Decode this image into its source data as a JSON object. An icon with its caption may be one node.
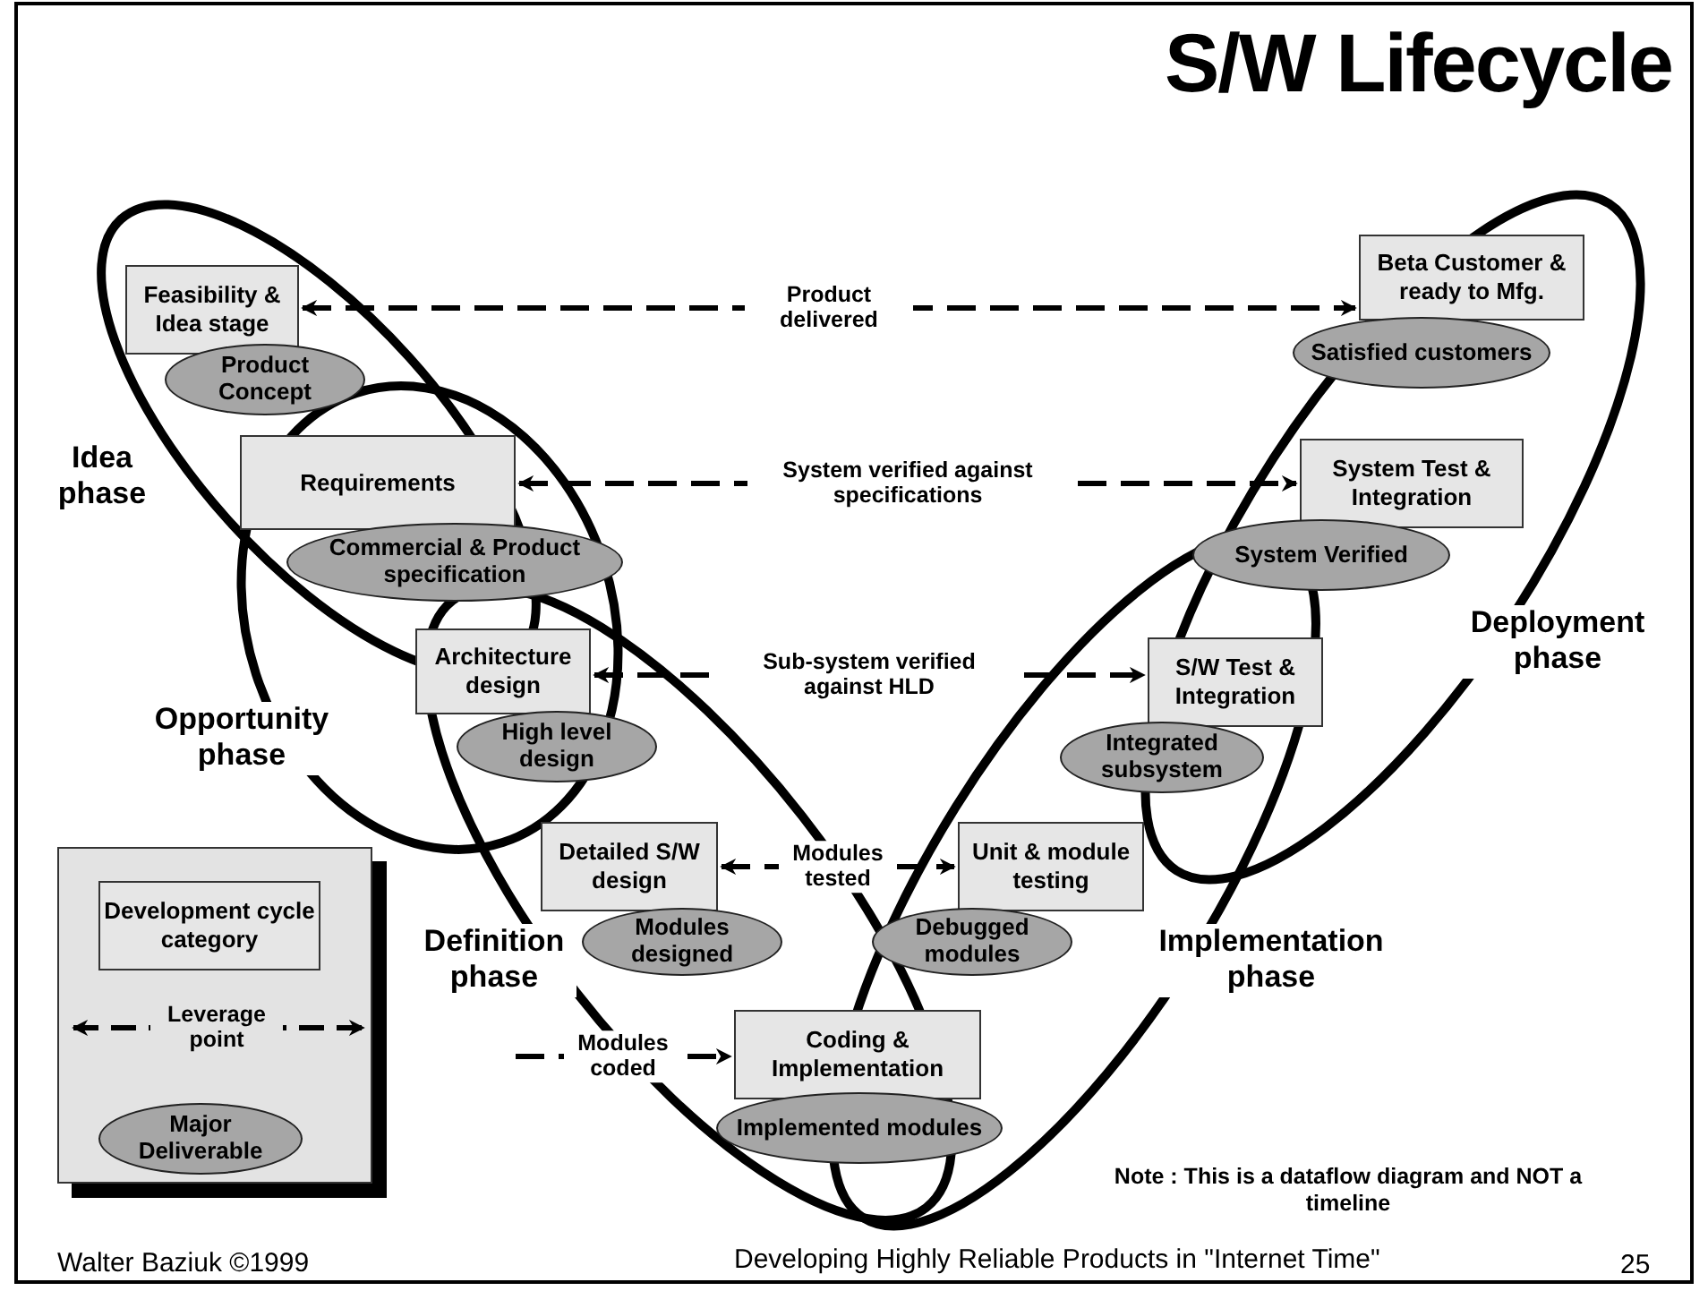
{
  "diagram": {
    "title": "S/W Lifecycle",
    "nodes": [
      {
        "text": [
          "Feasibility & Idea stage"
        ]
      },
      {
        "text": [
          "Product Concept"
        ]
      },
      {
        "text": [
          "Beta Customer & ready to Mfg."
        ]
      },
      {
        "text": [
          "Satisfied customers"
        ]
      },
      {
        "text": [
          "Requirements"
        ]
      },
      {
        "text": [
          "Commercial & Product specification"
        ]
      },
      {
        "text": [
          "System Test & Integration"
        ]
      },
      {
        "text": [
          "System Verified"
        ]
      },
      {
        "text": [
          "Architecture design"
        ]
      },
      {
        "text": [
          "High level design"
        ]
      },
      {
        "text": [
          "S/W Test & Integration"
        ]
      },
      {
        "text": [
          "Integrated subsystem"
        ]
      },
      {
        "text": [
          "Detailed S/W design"
        ]
      },
      {
        "text": [
          "Modules designed"
        ]
      },
      {
        "text": [
          "Unit & module testing"
        ]
      },
      {
        "text": [
          "Debugged modules"
        ]
      },
      {
        "text": [
          "Coding & Implementation"
        ]
      },
      {
        "text": [
          "Implemented modules"
        ]
      }
    ],
    "edges": [
      {
        "from": 0,
        "to": 2,
        "arrow": "both",
        "label": "Product delivered",
        "style": "dashed"
      },
      {
        "from": 4,
        "to": 6,
        "arrow": "both",
        "label": "System verified against specifications",
        "style": "dashed"
      },
      {
        "from": 8,
        "to": 10,
        "arrow": "both",
        "label": "Sub-system verified against HLD",
        "style": "dashed"
      },
      {
        "from": 12,
        "to": 14,
        "arrow": "both",
        "label": "Modules tested",
        "style": "dashed"
      },
      {
        "from": null,
        "to": 16,
        "arrow": "to",
        "label": "Modules coded",
        "style": "dashed"
      }
    ],
    "labels": [
      "Idea phase",
      "Deployment phase",
      "Opportunity phase",
      "Definition phase",
      "Implementation phase",
      "Note : This is a dataflow diagram and NOT a timeline",
      "Walter Baziuk ©1999",
      "Developing Highly Reliable Products in \"Internet Time\"",
      "25"
    ],
    "legend": [
      {
        "text": "Development cycle category"
      },
      {
        "text": "Leverage point"
      },
      {
        "text": "Major Deliverable"
      }
    ]
  }
}
